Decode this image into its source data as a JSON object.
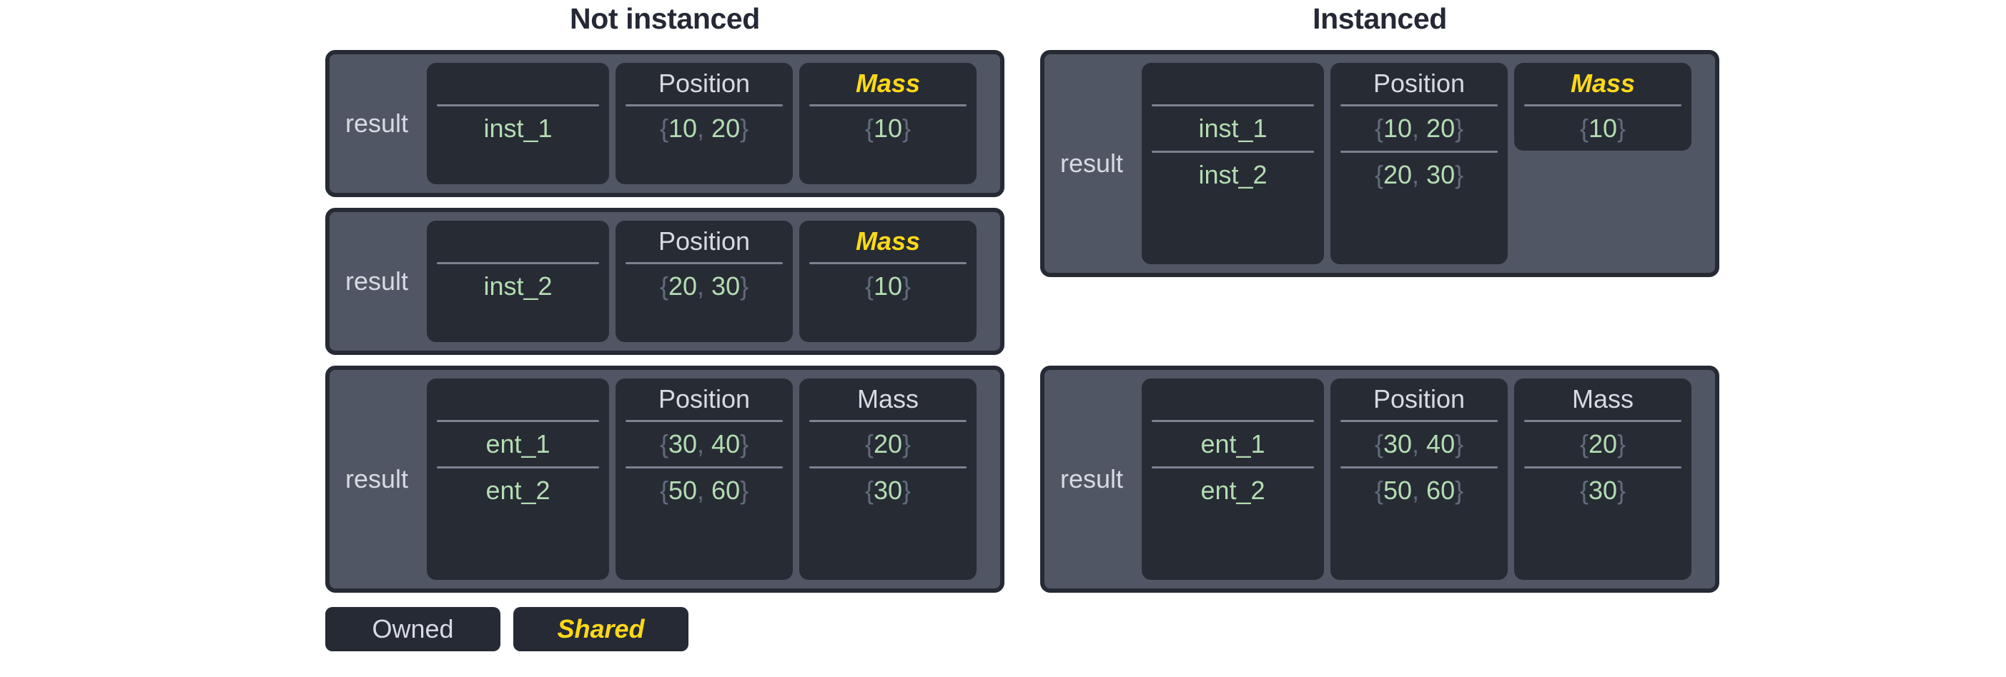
{
  "titles": {
    "left": "Not instanced",
    "right": "Instanced"
  },
  "labels": {
    "result": "result"
  },
  "headers": {
    "blank": "",
    "position": "Position",
    "mass": "Mass"
  },
  "colors": {
    "page_background": "#ffffff",
    "title_text": "#252935",
    "block_fill": "#515664",
    "block_border": "#252a34",
    "column_fill": "#272b34",
    "header_text": "#d7dae2",
    "shared_accent": "#ffd918",
    "value_text": "#b3dcb2",
    "brace_text": "#626b7a",
    "rule": "#7c828f"
  },
  "legend": {
    "owned": "Owned",
    "shared": "Shared"
  },
  "blocks": {
    "not_instanced": [
      {
        "label": "result",
        "names": [
          "inst_1"
        ],
        "positions": [
          "{10, 20}"
        ],
        "position_values": [
          [
            "10",
            "20"
          ]
        ],
        "masses": [
          "{10}"
        ],
        "mass_values": [
          "10"
        ],
        "mass_shared": true
      },
      {
        "label": "result",
        "names": [
          "inst_2"
        ],
        "positions": [
          "{20, 30}"
        ],
        "position_values": [
          [
            "20",
            "30"
          ]
        ],
        "masses": [
          "{10}"
        ],
        "mass_values": [
          "10"
        ],
        "mass_shared": true
      },
      {
        "label": "result",
        "names": [
          "ent_1",
          "ent_2"
        ],
        "positions": [
          "{30, 40}",
          "{50, 60}"
        ],
        "position_values": [
          [
            "30",
            "40"
          ],
          [
            "50",
            "60"
          ]
        ],
        "masses": [
          "{20}",
          "{30}"
        ],
        "mass_values": [
          "20",
          "30"
        ],
        "mass_shared": false
      }
    ],
    "instanced": [
      {
        "label": "result",
        "names": [
          "inst_1",
          "inst_2"
        ],
        "positions": [
          "{10, 20}",
          "{20, 30}"
        ],
        "position_values": [
          [
            "10",
            "20"
          ],
          [
            "20",
            "30"
          ]
        ],
        "masses": [
          "{10}"
        ],
        "mass_values": [
          "10"
        ],
        "mass_shared": true
      },
      {
        "label": "result",
        "names": [
          "ent_1",
          "ent_2"
        ],
        "positions": [
          "{30, 40}",
          "{50, 60}"
        ],
        "position_values": [
          [
            "30",
            "40"
          ],
          [
            "50",
            "60"
          ]
        ],
        "masses": [
          "{20}",
          "{30}"
        ],
        "mass_values": [
          "20",
          "30"
        ],
        "mass_shared": false
      }
    ]
  }
}
